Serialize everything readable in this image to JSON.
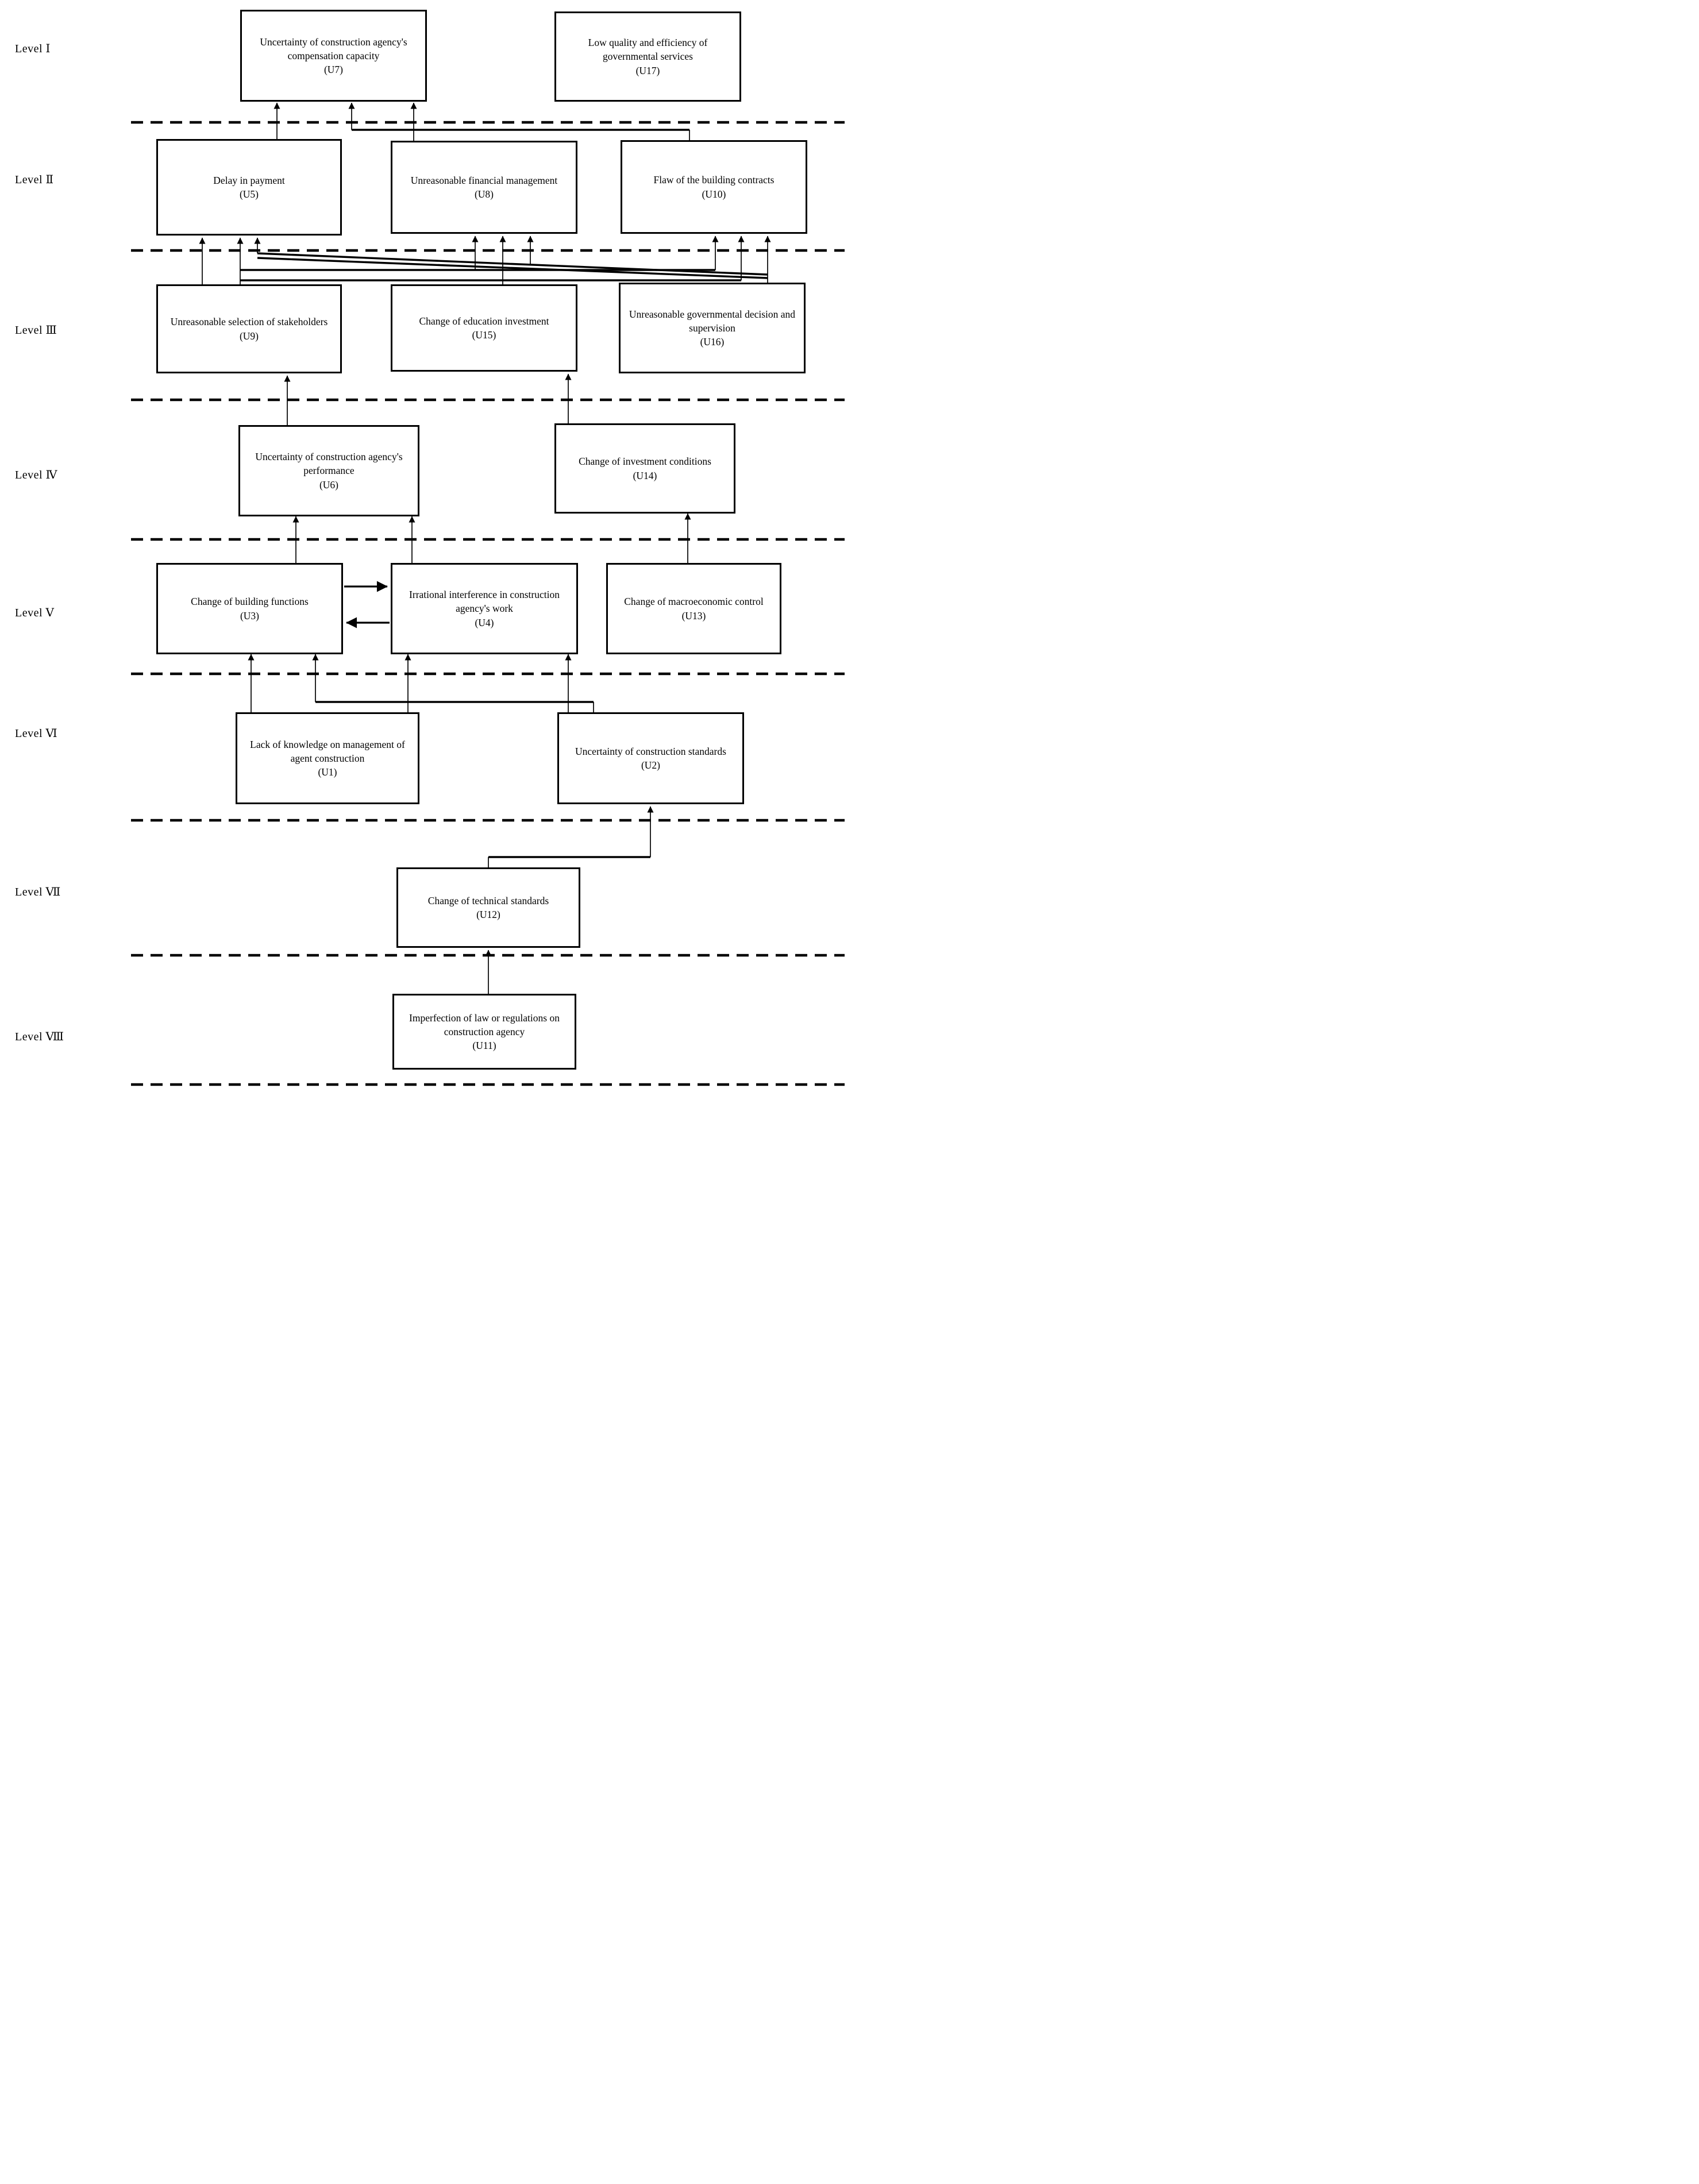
{
  "diagram": {
    "kind": "interpretive-structural-model-hierarchy",
    "ink_color": "#000000",
    "background_color": "#ffffff"
  },
  "levels": [
    {
      "label": "Level Ⅰ"
    },
    {
      "label": "Level Ⅱ"
    },
    {
      "label": "Level Ⅲ"
    },
    {
      "label": "Level Ⅳ"
    },
    {
      "label": "Level Ⅴ"
    },
    {
      "label": "Level Ⅵ"
    },
    {
      "label": "Level Ⅶ"
    },
    {
      "label": "Level Ⅷ"
    }
  ],
  "nodes": {
    "u7": {
      "label": "Uncertainty of construction agency's compensation capacity",
      "code": "(U7)"
    },
    "u17": {
      "label": "Low quality and efficiency of governmental services",
      "code": "(U17)"
    },
    "u5": {
      "label": "Delay in payment",
      "code": "(U5)"
    },
    "u8": {
      "label": "Unreasonable financial management",
      "code": "(U8)"
    },
    "u10": {
      "label": "Flaw of the building contracts",
      "code": "(U10)"
    },
    "u9": {
      "label": "Unreasonable selection of stakeholders",
      "code": "(U9)"
    },
    "u15": {
      "label": "Change of education investment",
      "code": "(U15)"
    },
    "u16": {
      "label": "Unreasonable governmental decision and supervision",
      "code": "(U16)"
    },
    "u6": {
      "label": "Uncertainty of construction agency's performance",
      "code": "(U6)"
    },
    "u14": {
      "label": "Change of investment conditions",
      "code": "(U14)"
    },
    "u3": {
      "label": "Change of building functions",
      "code": "(U3)"
    },
    "u4": {
      "label": "Irrational interference in construction agency's work",
      "code": "(U4)"
    },
    "u13": {
      "label": "Change of macroeconomic control",
      "code": "(U13)"
    },
    "u1": {
      "label": "Lack of knowledge on management of agent construction",
      "code": "(U1)"
    },
    "u2": {
      "label": "Uncertainty of construction standards",
      "code": "(U2)"
    },
    "u12": {
      "label": "Change of technical standards",
      "code": "(U12)"
    },
    "u11": {
      "label": "Imperfection of law or regulations on construction agency",
      "code": "(U11)"
    }
  },
  "edges": [
    "U5 → U7",
    "U10 → U7",
    "U8 → U7",
    "U9 → U5",
    "U9 → U8",
    "U9 → U10",
    "U15 → U8",
    "U15 → U10",
    "U16 → U5",
    "U16 → U8",
    "U16 → U10",
    "U6 → U9",
    "U14 → U15",
    "U3 → U6",
    "U4 → U6",
    "U13 → U14",
    "U3 → U4",
    "U4 → U3",
    "U1 → U3",
    "U1 → U4",
    "U2 → U3",
    "U2 → U4",
    "U12 → U2",
    "U11 → U12"
  ]
}
